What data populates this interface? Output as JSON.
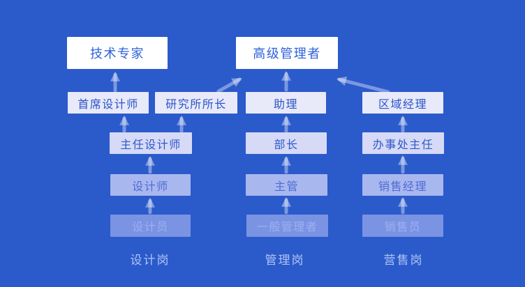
{
  "palette": {
    "background": "#2b5acb",
    "tier1_box": "#ffffff",
    "tier2_box": "#e8e9f9",
    "tier3_box": "#d6daf6",
    "tier4_box": "#a9b7ef",
    "tier5_box": "#7b93e3",
    "tier1_text": "#2e62d9",
    "footer_text": "#b0c4f5",
    "arrow": "rgba(255,255,255,0.38)"
  },
  "diagram": {
    "nodes": [
      {
        "id": "tech-expert",
        "label": "技术专家",
        "tier": 1
      },
      {
        "id": "senior-manager",
        "label": "高级管理者",
        "tier": 1
      },
      {
        "id": "chief-designer",
        "label": "首席设计师",
        "tier": 2
      },
      {
        "id": "institute-director",
        "label": "研究所所长",
        "tier": 2
      },
      {
        "id": "assistant",
        "label": "助理",
        "tier": 2
      },
      {
        "id": "regional-manager",
        "label": "区域经理",
        "tier": 2
      },
      {
        "id": "director-designer",
        "label": "主任设计师",
        "tier": 3
      },
      {
        "id": "department-head",
        "label": "部长",
        "tier": 3
      },
      {
        "id": "office-director",
        "label": "办事处主任",
        "tier": 3
      },
      {
        "id": "designer",
        "label": "设计师",
        "tier": 4
      },
      {
        "id": "supervisor",
        "label": "主管",
        "tier": 4
      },
      {
        "id": "sales-manager",
        "label": "销售经理",
        "tier": 4
      },
      {
        "id": "draftsman",
        "label": "设计员",
        "tier": 5
      },
      {
        "id": "general-manager",
        "label": "一般管理者",
        "tier": 5
      },
      {
        "id": "salesperson",
        "label": "销售员",
        "tier": 5
      }
    ],
    "footers": [
      {
        "id": "design-post",
        "label": "设计岗"
      },
      {
        "id": "management-post",
        "label": "管理岗"
      },
      {
        "id": "sales-post",
        "label": "营售岗"
      }
    ],
    "edges": [
      {
        "from": "首席设计师",
        "to": "技术专家"
      },
      {
        "from": "主任设计师",
        "to": "首席设计师"
      },
      {
        "from": "主任设计师",
        "to": "研究所所长"
      },
      {
        "from": "设计师",
        "to": "主任设计师"
      },
      {
        "from": "设计员",
        "to": "设计师"
      },
      {
        "from": "研究所所长",
        "to": "高级管理者"
      },
      {
        "from": "助理",
        "to": "高级管理者"
      },
      {
        "from": "区域经理",
        "to": "高级管理者"
      },
      {
        "from": "部长",
        "to": "助理"
      },
      {
        "from": "主管",
        "to": "部长"
      },
      {
        "from": "一般管理者",
        "to": "主管"
      },
      {
        "from": "办事处主任",
        "to": "区域经理"
      },
      {
        "from": "销售经理",
        "to": "办事处主任"
      },
      {
        "from": "销售员",
        "to": "销售经理"
      }
    ]
  }
}
